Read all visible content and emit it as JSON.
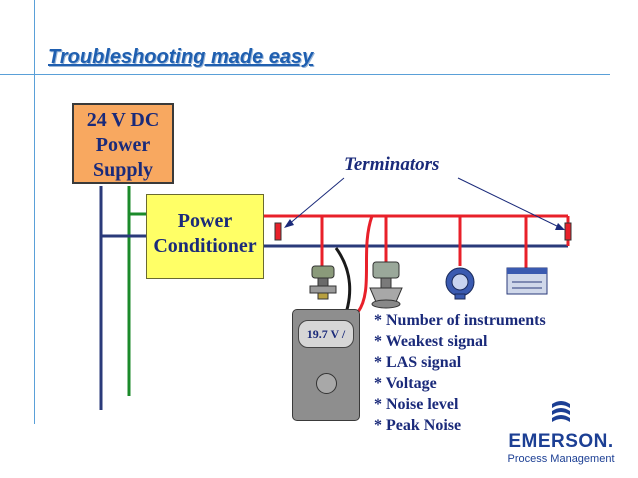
{
  "slide": {
    "title": "Troubleshooting made easy"
  },
  "power_supply": {
    "lines": [
      "24 V DC",
      "Power",
      "Supply"
    ]
  },
  "power_conditioner": {
    "lines": [
      "Power",
      "Conditioner"
    ]
  },
  "terminators": {
    "label": "Terminators"
  },
  "tester": {
    "reading": "19.7 V /"
  },
  "features": [
    "* Number of instruments",
    "* Weakest signal",
    "* LAS signal",
    "* Voltage",
    "* Noise level",
    "* Peak Noise"
  ],
  "logo": {
    "name": "EMERSON.",
    "subtitle": "Process Management"
  },
  "colors": {
    "title": "#1f5fb0",
    "text": "#1a2a7a",
    "power_supply_fill": "#f8a860",
    "conditioner_fill": "#ffff66",
    "segment_wire": "#e8202a",
    "power_wire": "#1b8a2a",
    "trunk_wire": "#2a3a7a",
    "guide_lines": "#5aa0d8"
  }
}
